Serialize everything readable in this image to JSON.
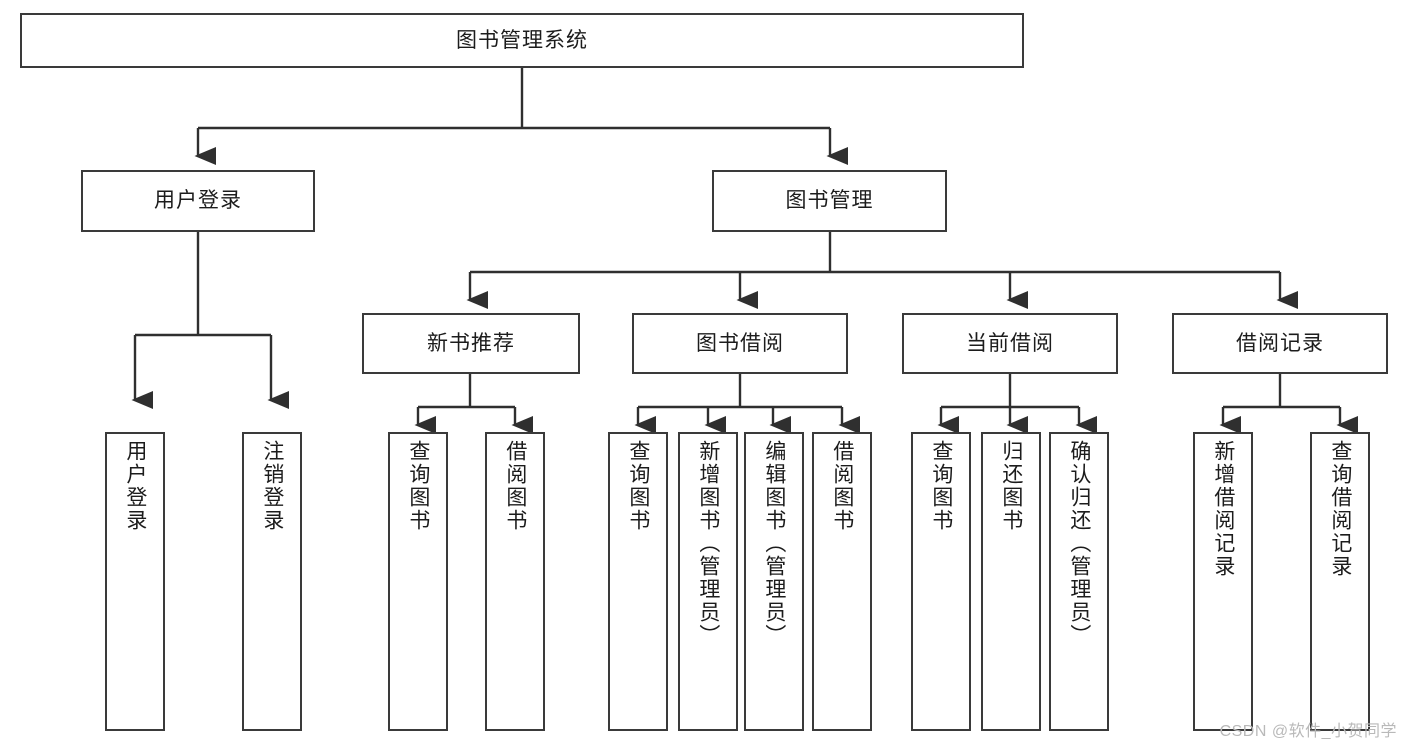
{
  "diagram": {
    "title": "图书管理系统",
    "type": "hierarchy-tree",
    "colors": {
      "box_border": "#3a3a3a",
      "box_fill": "#ffffff",
      "connector": "#2f2f2f",
      "text": "#1c1c1c",
      "watermark": "#b9b9b9"
    },
    "nodes": {
      "root": {
        "label": "图书管理系统"
      },
      "level2": [
        {
          "label": "用户登录"
        },
        {
          "label": "图书管理"
        }
      ],
      "level3": [
        {
          "label": "新书推荐"
        },
        {
          "label": "图书借阅"
        },
        {
          "label": "当前借阅"
        },
        {
          "label": "借阅记录"
        }
      ],
      "leaves": {
        "user_login": [
          {
            "label": "用户登录"
          },
          {
            "label": "注销登录"
          }
        ],
        "new_book_recommend": [
          {
            "label": "查询图书"
          },
          {
            "label": "借阅图书"
          }
        ],
        "book_borrow": [
          {
            "label": "查询图书"
          },
          {
            "label": "新增图书（管理员）"
          },
          {
            "label": "编辑图书（管理员）"
          },
          {
            "label": "借阅图书"
          }
        ],
        "current_borrow": [
          {
            "label": "查询图书"
          },
          {
            "label": "归还图书"
          },
          {
            "label": "确认归还（管理员）"
          }
        ],
        "borrow_record": [
          {
            "label": "新增借阅记录"
          },
          {
            "label": "查询借阅记录"
          }
        ]
      }
    },
    "watermark": "CSDN @软件_小贺同学"
  }
}
